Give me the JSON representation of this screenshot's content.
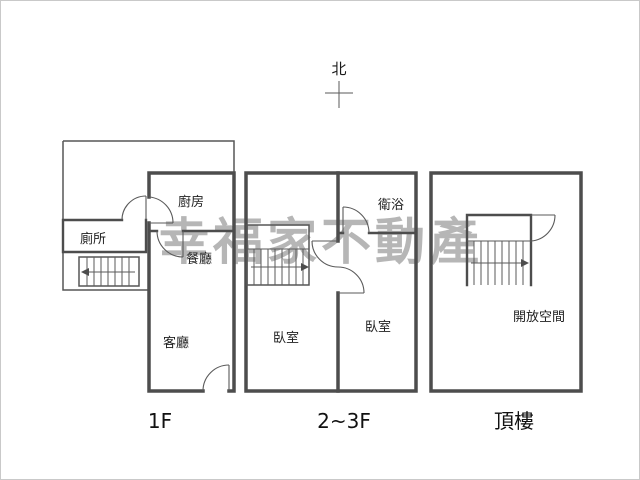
{
  "compass": {
    "label": "北"
  },
  "watermark": {
    "text": "幸福家不動產"
  },
  "floors": {
    "f1": {
      "label": "1F",
      "kitchen": "廚房",
      "toilet": "廁所",
      "dining": "餐廳",
      "living": "客廳"
    },
    "f23": {
      "label": "2~3F",
      "bathroom": "衛浴",
      "bedroom_left": "臥室",
      "bedroom_right": "臥室"
    },
    "roof": {
      "label": "頂樓",
      "open_space": "開放空間"
    }
  },
  "colors": {
    "wall": "#4d4d4d",
    "watermark": "#a5a5a5",
    "text": "#1f1f1f",
    "background": "#ffffff"
  }
}
